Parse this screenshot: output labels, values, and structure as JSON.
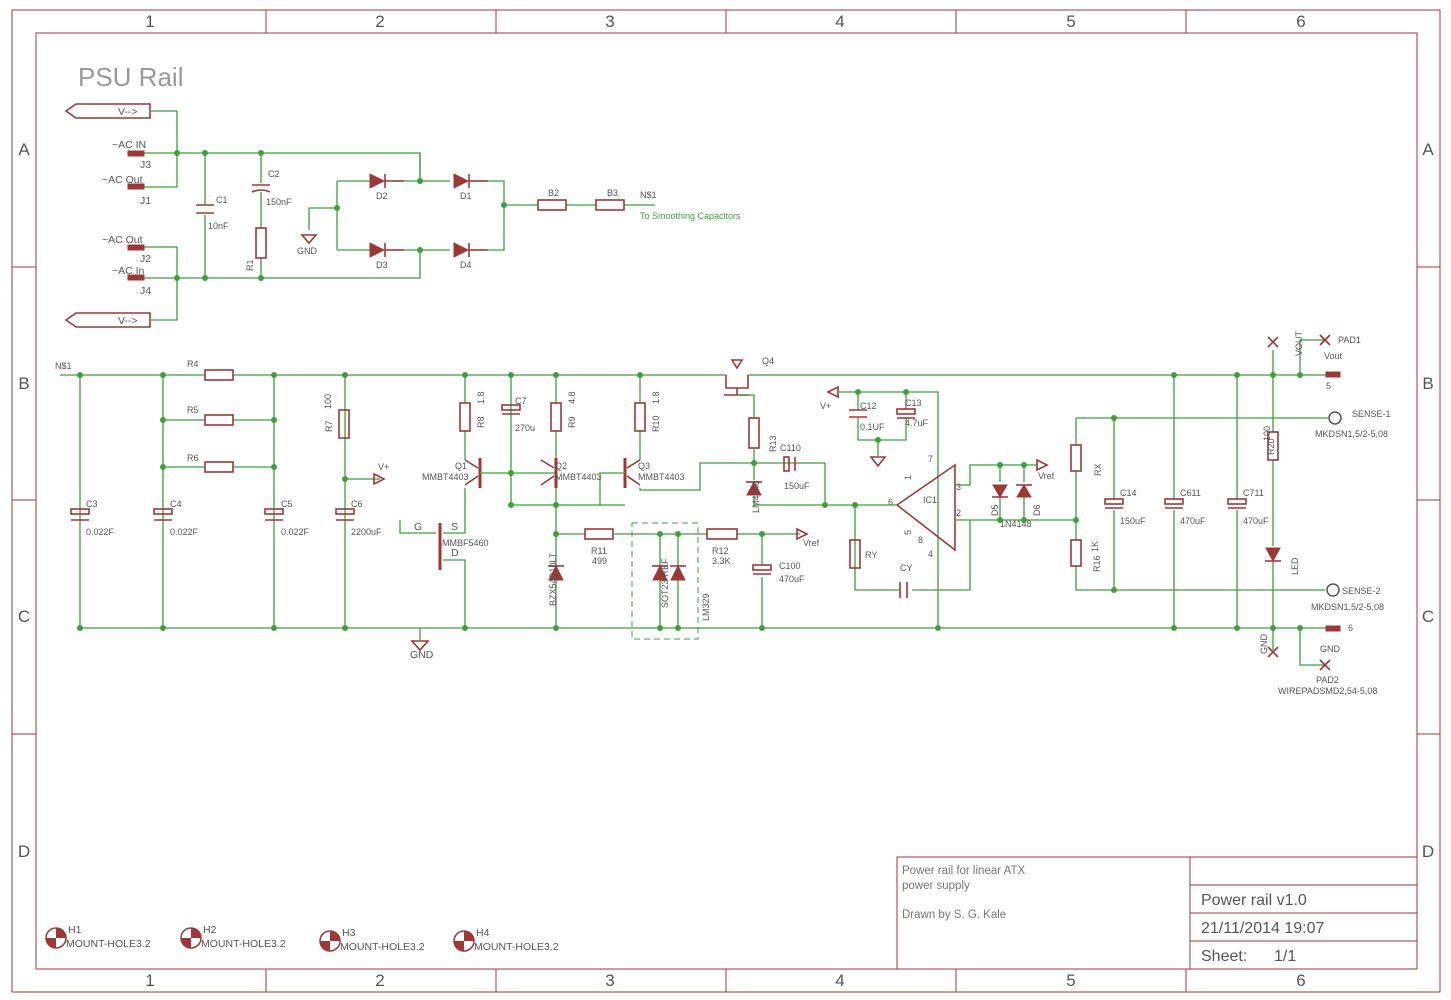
{
  "title": "PSU Rail",
  "frame": {
    "columns": [
      "1",
      "2",
      "3",
      "4",
      "5",
      "6"
    ],
    "rows": [
      "A",
      "B",
      "C",
      "D"
    ]
  },
  "title_block": {
    "description_line1": "Power rail for linear ATX",
    "description_line2": "power supply",
    "drawn_by": "Drawn by S. G. Kale",
    "name": "Power rail v1.0",
    "date": "21/11/2014 19:07",
    "sheet_label": "Sheet:",
    "sheet_value": "1/1"
  },
  "connectors": {
    "j3_label": "~AC IN",
    "j3": "J3",
    "j1_label": "~AC Out",
    "j1": "J1",
    "j2_label": "~AC Out",
    "j2": "J2",
    "j4_label": "~AC In",
    "j4": "J4",
    "vin_top": "V-->",
    "vin_bottom": "V-->"
  },
  "bridge": {
    "c1": "C1",
    "c1_val": "10nF",
    "c2": "C2",
    "c2_val": "150nF",
    "r1": "R1",
    "gnd": "GND",
    "d1": "D1",
    "d2": "D2",
    "d3": "D3",
    "d4": "D4",
    "b2": "B2",
    "b3": "B3",
    "n1": "N$1",
    "smoothing": "To Smoothing Capacitors"
  },
  "rail": {
    "n1": "N$1",
    "r4": "R4",
    "r5": "R5",
    "r6": "R6",
    "c3": "C3",
    "c3_val": "0.022F",
    "c4": "C4",
    "c4_val": "0.022F",
    "c5": "C5",
    "c5_val": "0.022F",
    "c6": "C6",
    "c6_val": "2200uF",
    "r7": "R7",
    "r7_val": "100",
    "vplus": "V+",
    "r8": "R8",
    "r8_val": "1.8",
    "c7": "C7",
    "c7_val": "270u",
    "r9": "R9",
    "r9_val": "4.8",
    "r10": "R10",
    "r10_val": "1.8",
    "q1": "Q1",
    "q1_part": "MMBT4403",
    "q2": "Q2",
    "q2_part": "MMBT4403",
    "q3": "Q3",
    "q3_part": "MMBT4403",
    "jfet": "MMBF5460",
    "g": "G",
    "s": "S",
    "d": "D",
    "zener": "BZX54B10LT",
    "r11": "R11",
    "r11_val": "499",
    "r12": "R12",
    "r12_val": "3.3K",
    "sot": "SOT23-REF",
    "lm": "LM329",
    "c100": "C100",
    "c100_val": "470uF",
    "vref": "Vref",
    "gnd": "GND",
    "q4": "Q4",
    "r13": "R13",
    "lm4040": "LM4040",
    "c110": "C110",
    "c110_val": "150uF",
    "c12": "C12",
    "c12_val": "0.1UF",
    "c13": "C13",
    "c13_val": "4.7uF",
    "ic1": "IC1",
    "ry": "RY",
    "cy": "CY",
    "d5": "D5",
    "d6": "D6",
    "diode_part": "1N4148",
    "rx": "RX",
    "r16": "R16",
    "r16_val": "1K",
    "c14": "C14",
    "c14_val": "150uF",
    "c611": "C611",
    "c611_val": "470uF",
    "c711": "C711",
    "c711_val": "470uF",
    "r20": "R20",
    "r20_val": "100",
    "led": "LED",
    "vout": "VOUT",
    "vout_net": "Vout",
    "pad1": "PAD1",
    "pad2": "PAD2",
    "pin5": "5",
    "pin6": "6",
    "sense1": "SENSE-1",
    "sense2": "SENSE-2",
    "mkds": "MKDSN1,5/2-5,08",
    "wirepad": "WIREPADSMD2,54-5,08",
    "op_pins": [
      "6",
      "7",
      "3",
      "2",
      "4",
      "1",
      "8",
      "5"
    ]
  },
  "mount_holes": [
    {
      "name": "H1",
      "part": "MOUNT-HOLE3.2"
    },
    {
      "name": "H2",
      "part": "MOUNT-HOLE3.2"
    },
    {
      "name": "H3",
      "part": "MOUNT-HOLE3.2"
    },
    {
      "name": "H4",
      "part": "MOUNT-HOLE3.2"
    }
  ]
}
